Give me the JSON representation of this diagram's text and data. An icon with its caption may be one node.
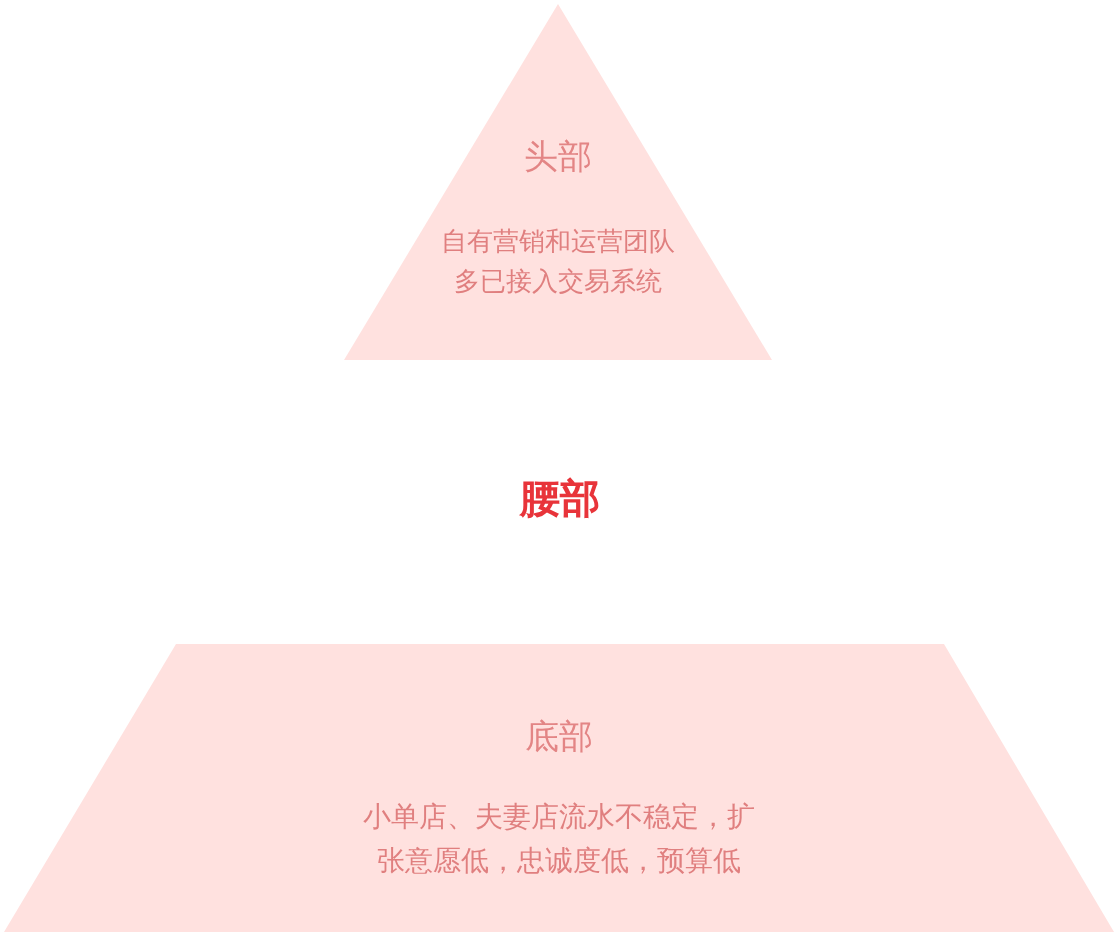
{
  "diagram": {
    "nodes": [
      {
        "text": [
          "头部",
          "自有营销和运营团队多已接入交易系统"
        ]
      },
      {
        "text": [
          "腰部"
        ]
      },
      {
        "text": [
          "底部",
          "小单店、夫妻店流水不稳定，扩张意愿低，忠诚度低，预算低"
        ]
      }
    ]
  }
}
